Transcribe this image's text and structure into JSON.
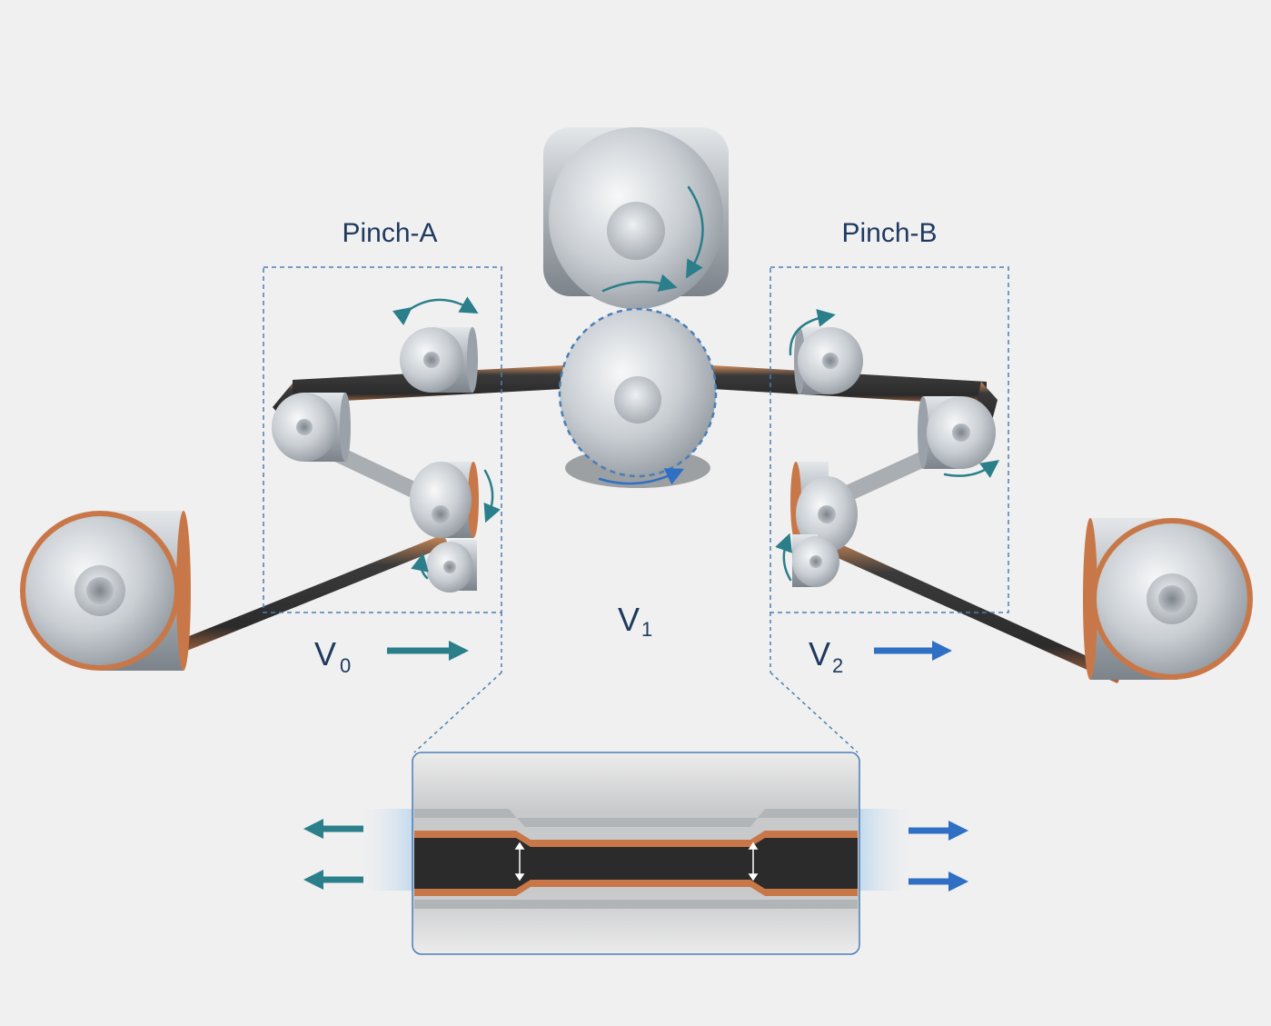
{
  "labels": {
    "pinch_a": "Pinch-A",
    "pinch_b": "Pinch-B",
    "v0_main": "V",
    "v0_sub": "0",
    "v1_main": "V",
    "v1_sub": "1",
    "v2_main": "V",
    "v2_sub": "2"
  },
  "colors": {
    "background": "#f0f0f0",
    "label_navy": "#1f3a5f",
    "dash_blue": "#4a7fb5",
    "arrow_teal": "#2a7f8a",
    "arrow_blue": "#2f6fc4",
    "copper": "#c87848",
    "strip_dark": "#2b2b2b",
    "steel": "#b8bec4"
  },
  "icons": {
    "flow_left": "arrow-right-icon",
    "flow_right": "arrow-right-icon",
    "tension_left": "arrow-left-icon",
    "tension_right": "arrow-right-icon",
    "rotation": "curved-arrow-icon",
    "thickness": "double-headed-arrow-icon"
  }
}
